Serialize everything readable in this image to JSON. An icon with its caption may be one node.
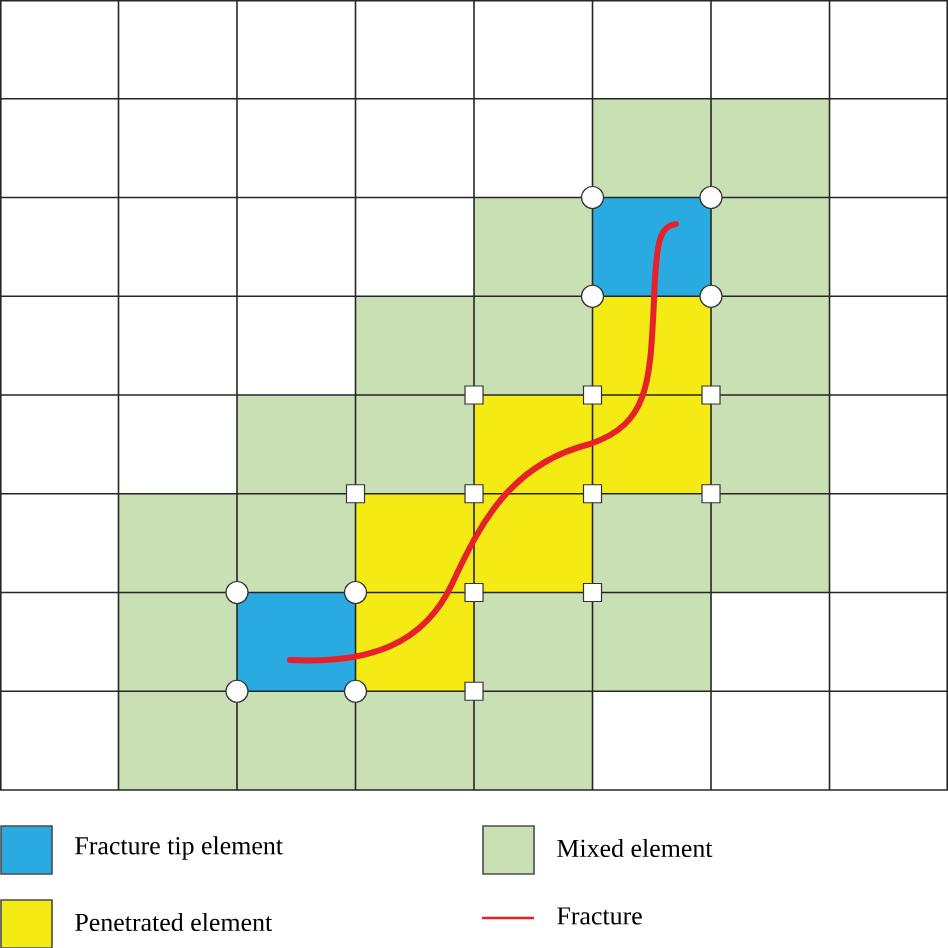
{
  "diagram": {
    "legend": [
      {
        "text": "Fracture tip element",
        "color": "#29abe2"
      },
      {
        "text": "Mixed element",
        "color": "#c8e0b4"
      },
      {
        "text": "Penetrated element",
        "color": "#f5eb14"
      },
      {
        "text": "Fracture"
      }
    ]
  }
}
